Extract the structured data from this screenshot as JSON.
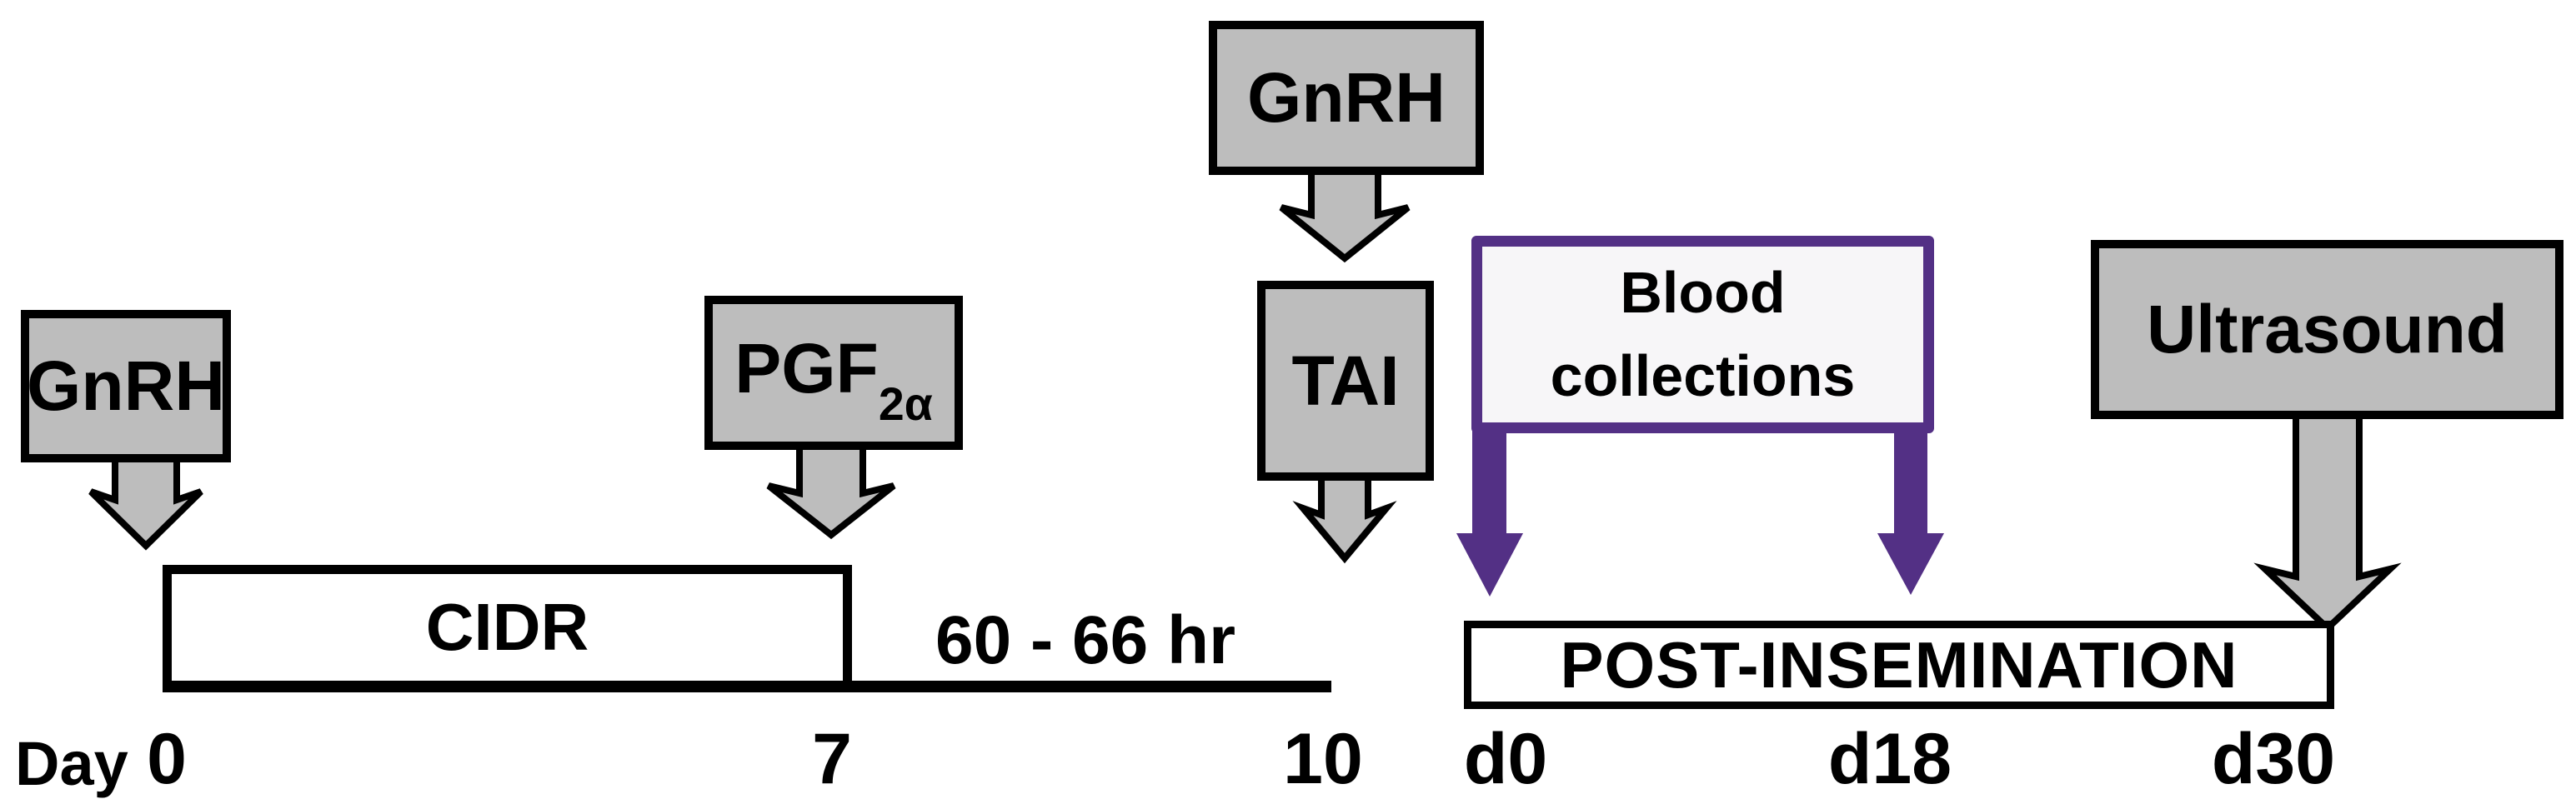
{
  "boxes": {
    "gnrh_day0": {
      "label": "GnRH"
    },
    "pgf": {
      "label": "PGF",
      "subscript": "2α"
    },
    "gnrh_day10": {
      "label": "GnRH"
    },
    "tai": {
      "label": "TAI"
    },
    "blood": {
      "line1": "Blood",
      "line2": "collections"
    },
    "ultrasound": {
      "label": "Ultrasound"
    }
  },
  "bars": {
    "cidr": {
      "label": "CIDR"
    },
    "post_insemination": {
      "label": "POST-INSEMINATION"
    }
  },
  "annotations": {
    "interval": "60 - 66 hr"
  },
  "axis": {
    "day_prefix": "Day",
    "labels": [
      {
        "id": "day0",
        "text": "0"
      },
      {
        "id": "day7",
        "text": "7"
      },
      {
        "id": "day10",
        "text": "10"
      },
      {
        "id": "post_d0",
        "text": "d0"
      },
      {
        "id": "post_d18",
        "text": "d18"
      },
      {
        "id": "post_d30",
        "text": "d30"
      }
    ]
  },
  "colors": {
    "box_gray": "#BDBDBD",
    "outline": "#000000",
    "purple": "#533085",
    "blood_fill": "#F7F6F8"
  }
}
